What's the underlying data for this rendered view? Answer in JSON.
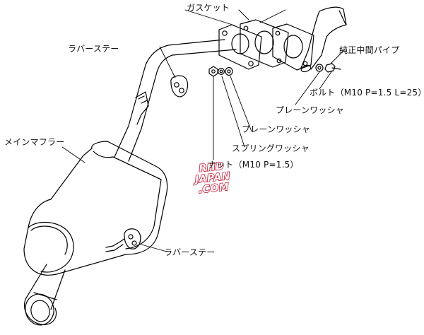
{
  "labels": {
    "gasket": "ガスケット",
    "rubber_stay_upper": "ラバーステー",
    "center_pipe": "純正中間パイプ",
    "bolt": "ボルト（M10 P=1.5 L=25）",
    "plain_washer_1": "プレーンワッシャ",
    "plain_washer_2": "プレーンワッシャ",
    "spring_washer": "スプリングワッシャ",
    "main_muffler": "メインマフラー",
    "nut": "ナット（M10 P=1.5）",
    "rubber_stay_lower": "ラバーステー"
  },
  "watermark": {
    "line1": "RHD",
    "line2": "JAPAN",
    "line3": ".COM",
    "colors": {
      "fill": "#ffffff",
      "stroke": "#c8102e"
    }
  },
  "colors": {
    "line": "#000000",
    "background": "#ffffff"
  }
}
